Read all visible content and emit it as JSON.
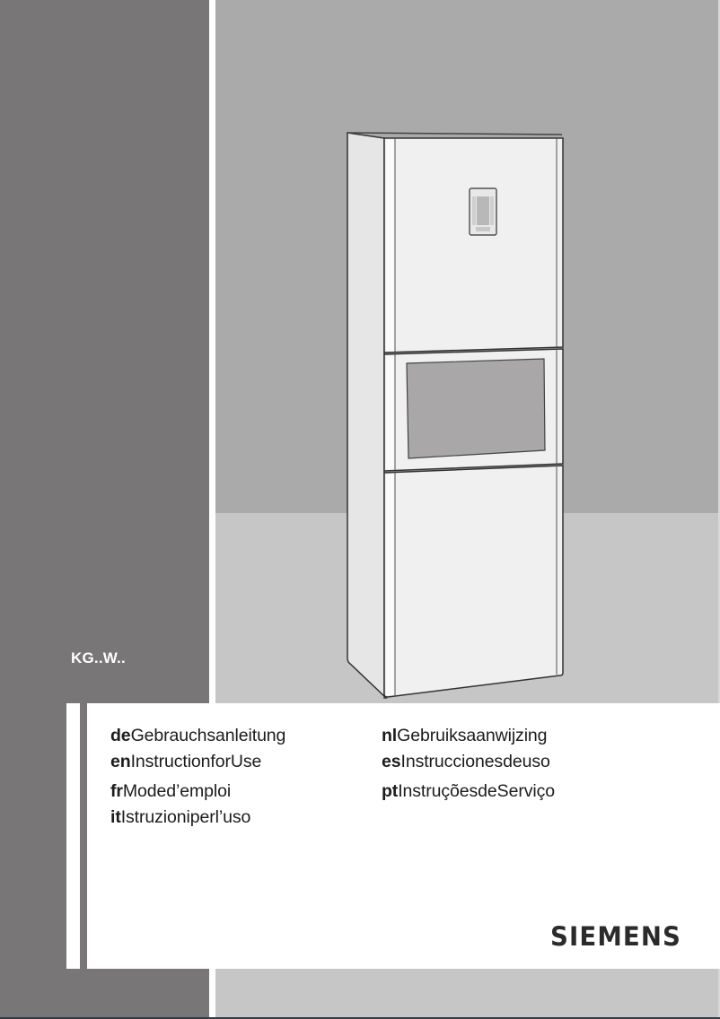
{
  "cover": {
    "model_code": "KG..W..",
    "colors": {
      "left_panel": "#787677",
      "wall": "#aaaaaa",
      "floor": "#c6c6c6",
      "card": "#ffffff",
      "text": "#1c1c1c",
      "fridge_body": "#f0f0f0",
      "fridge_side": "#e6e6e6",
      "fridge_window": "#a9a7a8"
    },
    "illustration": {
      "subject": "fridge-freezer",
      "parts": [
        "top-door",
        "control-panel",
        "glass-drawer",
        "bottom-door"
      ]
    }
  },
  "languages": {
    "column_1": [
      {
        "code": "de",
        "title": "Gebrauchsanleitung"
      },
      {
        "code": "en",
        "title": "InstructionforUse"
      },
      {
        "code": "fr",
        "title": "Moded’emploi"
      },
      {
        "code": "it",
        "title": "Istruzioniperl’uso"
      }
    ],
    "column_2": [
      {
        "code": "nl",
        "title": "Gebruiksaanwijzing"
      },
      {
        "code": "es",
        "title": "Instruccionesdeuso"
      },
      {
        "code": "pt",
        "title": "InstruçõesdeServiço"
      }
    ]
  },
  "brand": {
    "name": "SIEMENS"
  }
}
